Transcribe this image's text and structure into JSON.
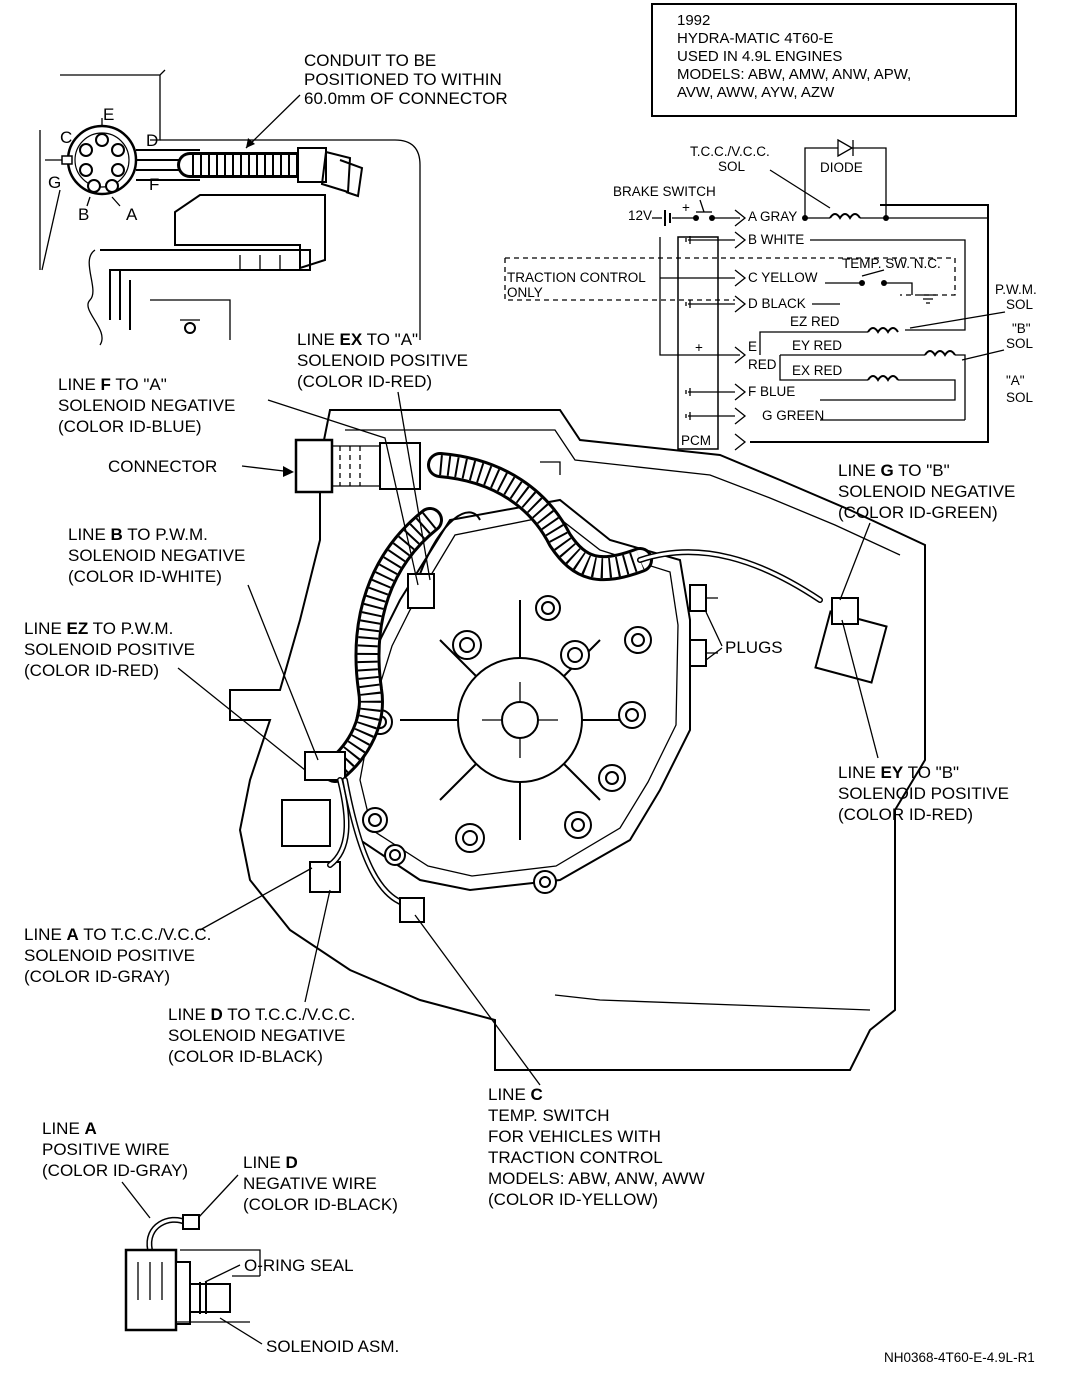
{
  "info_box": {
    "lines": [
      "1992",
      "HYDRA-MATIC 4T60-E",
      "USED IN 4.9L ENGINES",
      "MODELS: ABW, AMW, ANW, APW,",
      "AVW, AWW, AYW, AZW"
    ]
  },
  "connector_inset": {
    "pins": [
      "E",
      "C",
      "D",
      "G",
      "F",
      "B",
      "A"
    ],
    "conduit_note": [
      "CONDUIT TO BE",
      "POSITIONED TO WITHIN",
      "60.0mm OF CONNECTOR"
    ]
  },
  "schematic": {
    "tcc_sol": [
      "T.C.C./V.C.C.",
      "SOL"
    ],
    "diode": "DIODE",
    "brake_switch": "BRAKE SWITCH",
    "voltage": "12V",
    "plus": "+",
    "wires": [
      "A GRAY",
      "B WHITE",
      "C YELLOW",
      "D BLACK",
      "EZ RED",
      "E",
      "RED",
      "EY RED",
      "EX RED",
      "F BLUE",
      "G GREEN"
    ],
    "temp_switch": "TEMP. SW. N.C.",
    "traction_control": [
      "TRACTION CONTROL",
      "ONLY"
    ],
    "pwm_sol": [
      "P.W.M.",
      "SOL"
    ],
    "b_sol": [
      "\"B\"",
      "SOL"
    ],
    "a_sol": [
      "\"A\"",
      "SOL"
    ],
    "pcm": "PCM"
  },
  "callouts": {
    "line_ex": {
      "pre": "LINE ",
      "bold": "EX",
      "post": " TO \"A\"",
      "rest": [
        "SOLENOID POSITIVE",
        "(COLOR ID-RED)"
      ]
    },
    "line_f": {
      "pre": "LINE ",
      "bold": "F",
      "post": " TO \"A\"",
      "rest": [
        "SOLENOID NEGATIVE",
        "(COLOR ID-BLUE)"
      ]
    },
    "connector": "CONNECTOR",
    "line_g": {
      "pre": "LINE ",
      "bold": "G",
      "post": " TO \"B\"",
      "rest": [
        "SOLENOID NEGATIVE",
        "(COLOR ID-GREEN)"
      ]
    },
    "line_b": {
      "pre": "LINE ",
      "bold": "B",
      "post": " TO P.W.M.",
      "rest": [
        "SOLENOID NEGATIVE",
        "(COLOR ID-WHITE)"
      ]
    },
    "line_ez": {
      "pre": "LINE ",
      "bold": "EZ",
      "post": " TO P.W.M.",
      "rest": [
        "SOLENOID POSITIVE",
        "(COLOR ID-RED)"
      ]
    },
    "plugs": "PLUGS",
    "line_ey": {
      "pre": "LINE ",
      "bold": "EY",
      "post": " TO \"B\"",
      "rest": [
        "SOLENOID POSITIVE",
        "(COLOR ID-RED)"
      ]
    },
    "line_a": {
      "pre": "LINE ",
      "bold": "A",
      "post": " TO T.C.C./V.C.C.",
      "rest": [
        "SOLENOID POSITIVE",
        "(COLOR ID-GRAY)"
      ]
    },
    "line_d": {
      "pre": "LINE ",
      "bold": "D",
      "post": " TO T.C.C./V.C.C.",
      "rest": [
        "SOLENOID NEGATIVE",
        "(COLOR ID-BLACK)"
      ]
    },
    "line_c": {
      "pre": "LINE ",
      "bold": "C",
      "post": "",
      "rest": [
        "TEMP. SWITCH",
        "FOR VEHICLES WITH",
        "TRACTION CONTROL",
        "MODELS: ABW, ANW, AWW",
        "(COLOR ID-YELLOW)"
      ]
    }
  },
  "solenoid_inset": {
    "line_a": {
      "pre": "LINE ",
      "bold": "A",
      "rest": [
        "POSITIVE WIRE",
        "(COLOR ID-GRAY)"
      ]
    },
    "line_d": {
      "pre": "LINE ",
      "bold": "D",
      "rest": [
        "NEGATIVE WIRE",
        "(COLOR ID-BLACK)"
      ]
    },
    "o_ring": "O-RING SEAL",
    "solenoid_asm": "SOLENOID ASM."
  },
  "figure_code": "NH0368-4T60-E-4.9L-R1"
}
